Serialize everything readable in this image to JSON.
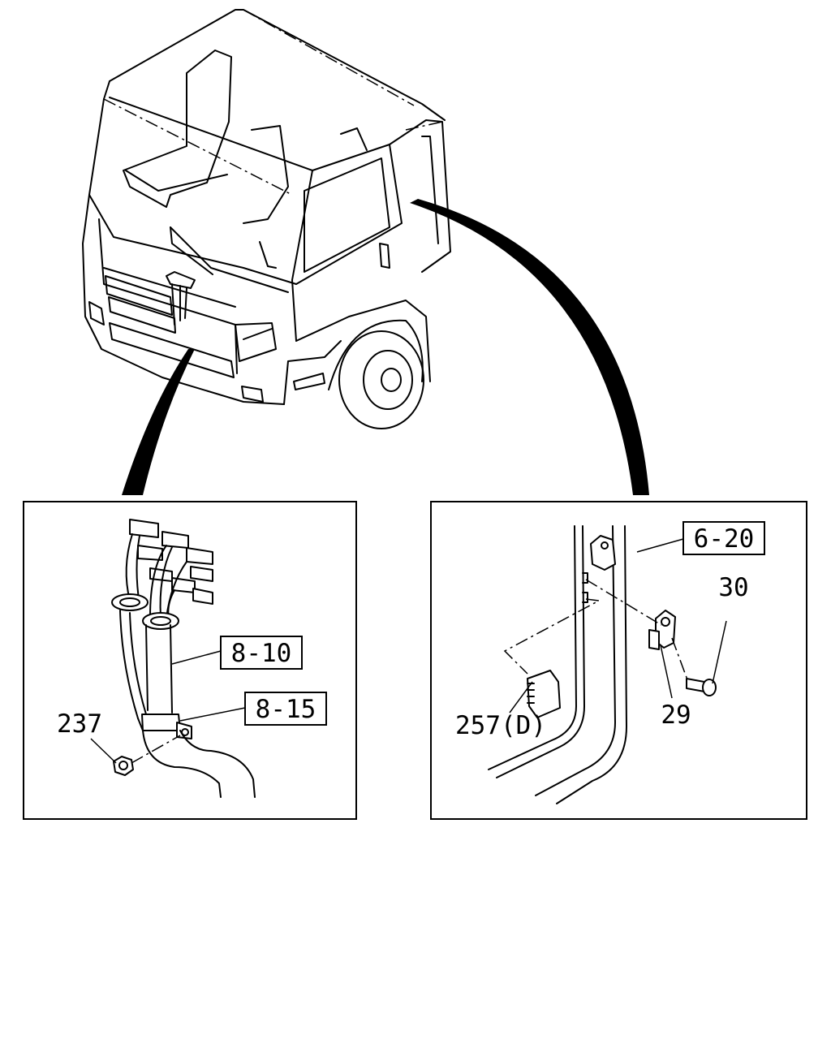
{
  "labels": {
    "ref_8_10": "8-10",
    "ref_8_15": "8-15",
    "ref_6_20": "6-20",
    "part_237": "237",
    "part_30": "30",
    "part_29": "29",
    "part_257d": "257(D)"
  },
  "colors": {
    "ink": "#000000",
    "paper": "#ffffff"
  }
}
